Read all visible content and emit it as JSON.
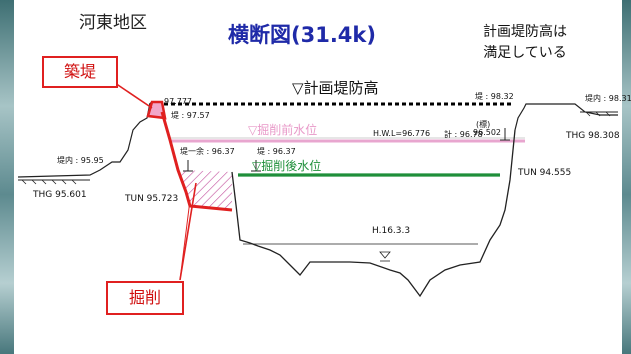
{
  "district": "河東地区",
  "title": "横断図(31.4k)",
  "note_lines": [
    "計画堤防高は",
    "満足している"
  ],
  "labels": {
    "plan_levee_height": "▽計画堤防高",
    "water_before": "▽掘削前水位",
    "water_after": "▽掘削後水位",
    "embankment": "築堤",
    "excavation": "掘削"
  },
  "elevations": {
    "crest_left": "97.777",
    "levee_left": "堤 : 97.57",
    "levee_inner": "堤内 : 95.95",
    "levee_one": "堤一余 : 96.37",
    "levee_two": "堤 : 96.37",
    "right_top": "堤 : 98.32",
    "right_far": "堤内 : 98.31",
    "hwl": "H.W.L=96.776",
    "plan": "計 : 96.78",
    "plan_mark": "(標)",
    "plan_value": "96.502",
    "thg_left": "THG 95.601",
    "tun_left": "TUN 95.723",
    "tun_right": "TUN 94.555",
    "thg_right": "THG 98.308",
    "survey": "H.16.3.3"
  },
  "colors": {
    "title": "#1f2aa8",
    "accent_red": "#e02020",
    "pink_line": "#e8a6cf",
    "green_line": "#1f8f3a"
  }
}
